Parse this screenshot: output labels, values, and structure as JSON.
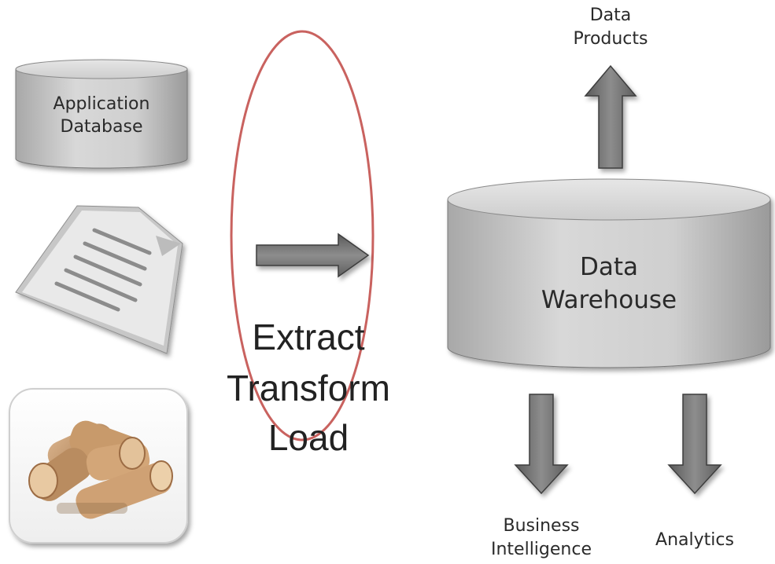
{
  "sources": {
    "app_db": {
      "line1": "Application",
      "line2": "Database"
    },
    "document": {
      "icon": "document-icon"
    },
    "logs": {
      "icon": "log-wood-icon"
    }
  },
  "etl": {
    "line1": "Extract",
    "line2": "Transform",
    "line3": "Load"
  },
  "warehouse": {
    "line1": "Data",
    "line2": "Warehouse"
  },
  "outputs": {
    "data_products": {
      "line1": "Data",
      "line2": "Products"
    },
    "business_intelligence": {
      "line1": "Business",
      "line2": "Intelligence"
    },
    "analytics": {
      "label": "Analytics"
    }
  },
  "colors": {
    "highlight_oval": "#c9625f",
    "cylinder": "#c9c9c9",
    "arrow": "#6f6f6f"
  }
}
